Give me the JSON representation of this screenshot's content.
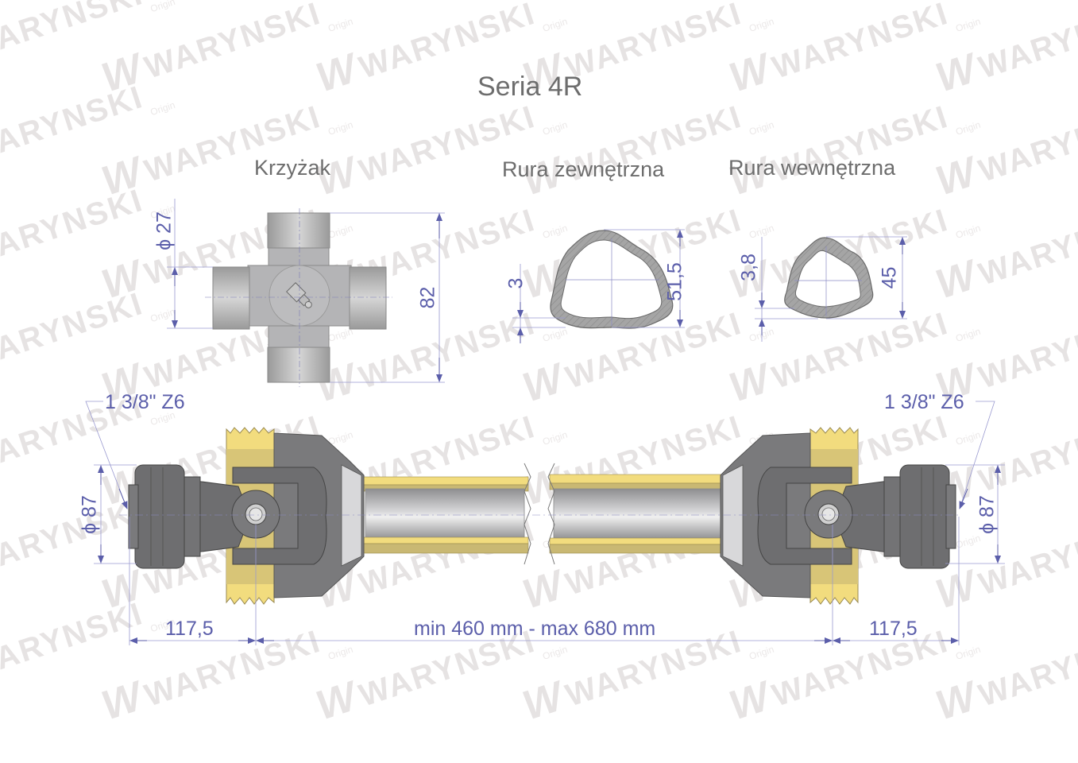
{
  "title": "Seria 4R",
  "watermark": {
    "brand": "WARYNSKI",
    "sub": "Origin",
    "logo": "W"
  },
  "colors": {
    "dimension": "#5b5eaa",
    "text": "#6d6d6d",
    "metal_grey": "#8a8a8c",
    "dark_grey": "#6e6e70",
    "guard_yellow": "#f2dc7e",
    "guard_olive": "#c9b873",
    "section_hatch": "#9b9b9b",
    "watermark": "#e6e3e3"
  },
  "sections": {
    "cross": {
      "label": "Krzyżak",
      "diameter_label": "ϕ 27",
      "length_label": "82"
    },
    "outer_tube": {
      "label": "Rura zewnętrzna",
      "wall_label": "3",
      "height_label": "51,5"
    },
    "inner_tube": {
      "label": "Rura wewnętrzna",
      "wall_label": "3,8",
      "height_label": "45"
    }
  },
  "shaft": {
    "left_spline_label": "1 3/8\" Z6",
    "right_spline_label": "1 3/8\" Z6",
    "left_diameter_label": "ϕ 87",
    "right_diameter_label": "ϕ 87",
    "left_offset_label": "117,5",
    "right_offset_label": "117,5",
    "length_label": "min 460 mm - max 680 mm"
  }
}
